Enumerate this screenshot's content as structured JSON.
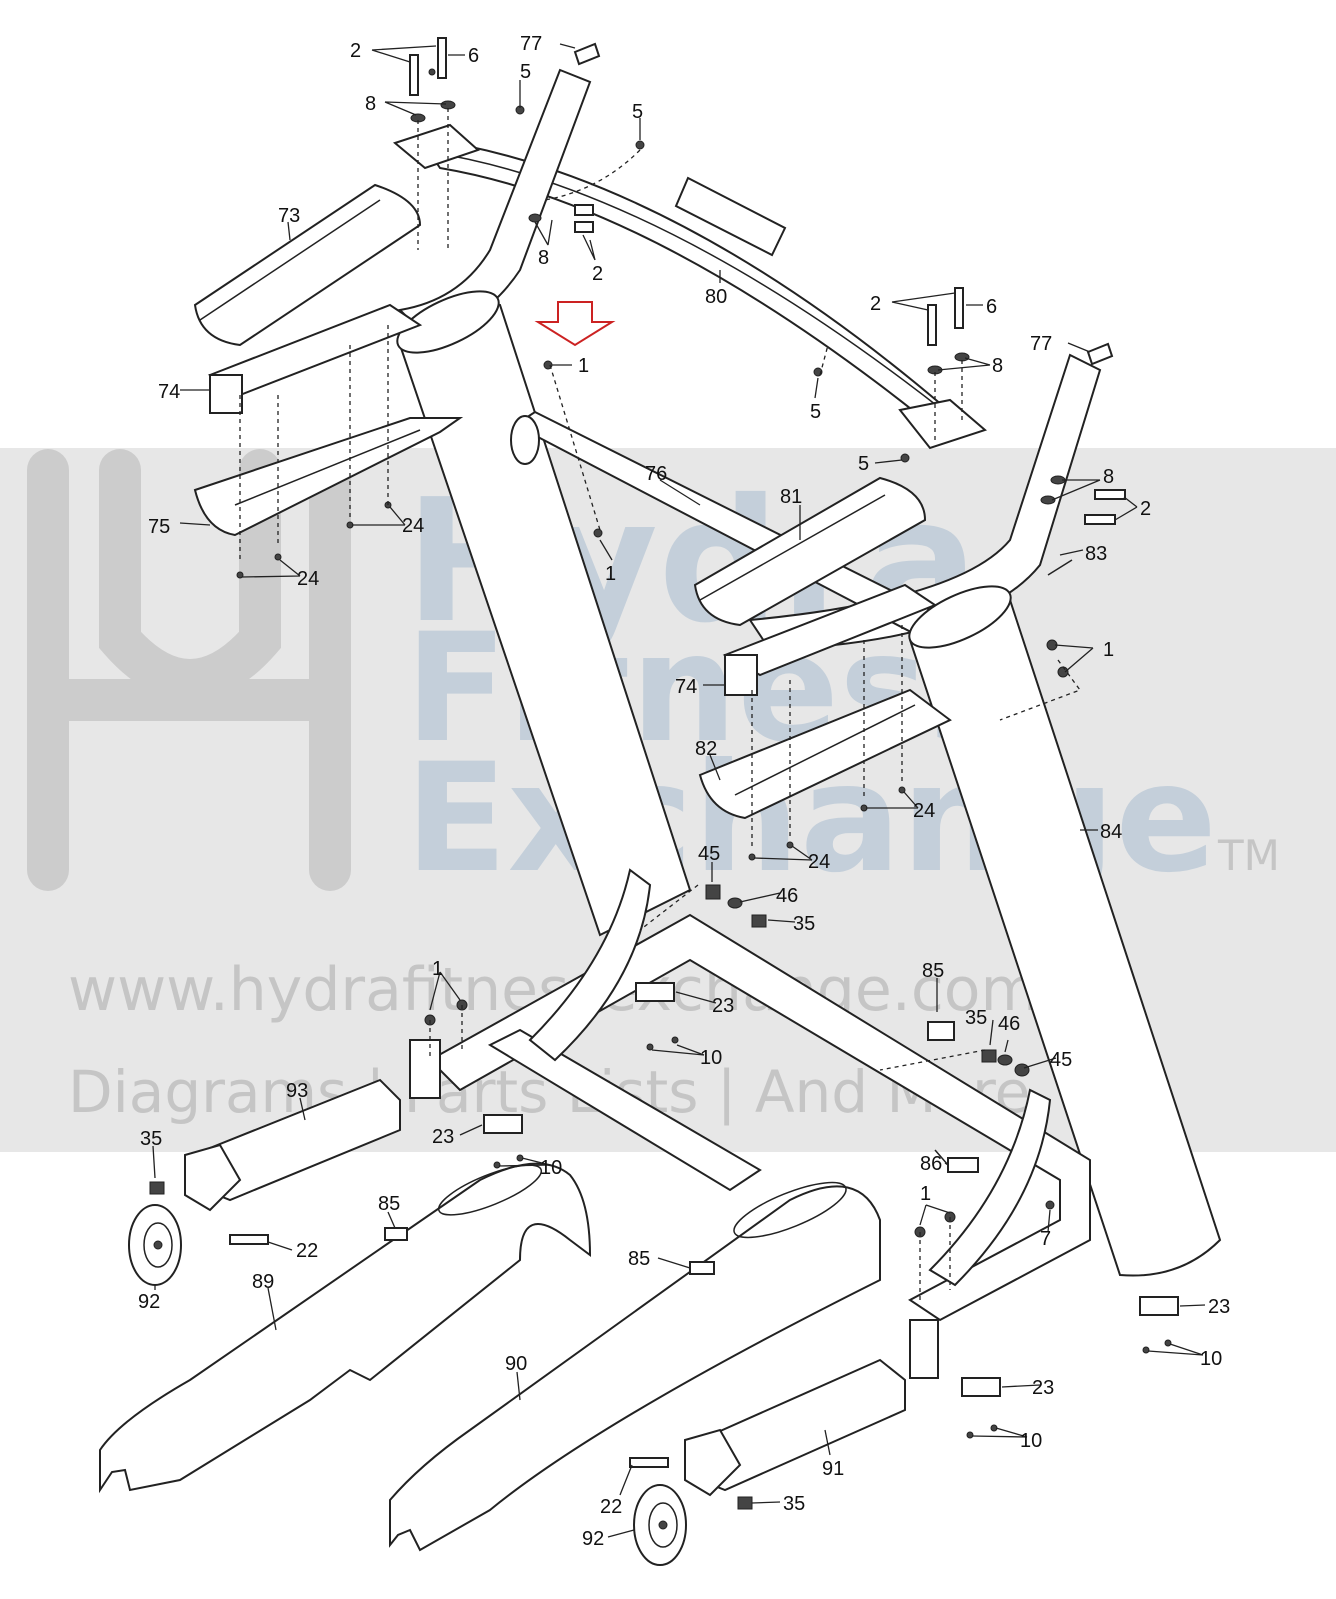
{
  "watermark": {
    "brand_line1": "Hydra",
    "brand_line2": "Fitness",
    "brand_line3": "Exchange",
    "trademark": "TM",
    "url": "www.hydrafitnessexchange.com",
    "tagline": "Diagrams | Parts Lists | And More"
  },
  "colors": {
    "line": "#222222",
    "arrow": "#cc2222",
    "watermark_band": "#d4d4d4",
    "watermark_text": "#b9c8d6"
  },
  "labels": [
    {
      "id": "lbl-2a",
      "text": "2"
    },
    {
      "id": "lbl-6a",
      "text": "6"
    },
    {
      "id": "lbl-77a",
      "text": "77"
    },
    {
      "id": "lbl-5a",
      "text": "5"
    },
    {
      "id": "lbl-8a",
      "text": "8"
    },
    {
      "id": "lbl-5b",
      "text": "5"
    },
    {
      "id": "lbl-73",
      "text": "73"
    },
    {
      "id": "lbl-8b",
      "text": "8"
    },
    {
      "id": "lbl-2b",
      "text": "2"
    },
    {
      "id": "lbl-80",
      "text": "80"
    },
    {
      "id": "lbl-2c",
      "text": "2"
    },
    {
      "id": "lbl-6b",
      "text": "6"
    },
    {
      "id": "lbl-77b",
      "text": "77"
    },
    {
      "id": "lbl-8c",
      "text": "8"
    },
    {
      "id": "lbl-1a",
      "text": "1"
    },
    {
      "id": "lbl-74a",
      "text": "74"
    },
    {
      "id": "lbl-5c",
      "text": "5"
    },
    {
      "id": "lbl-5d",
      "text": "5"
    },
    {
      "id": "lbl-8d",
      "text": "8"
    },
    {
      "id": "lbl-2d",
      "text": "2"
    },
    {
      "id": "lbl-76",
      "text": "76"
    },
    {
      "id": "lbl-81",
      "text": "81"
    },
    {
      "id": "lbl-75",
      "text": "75"
    },
    {
      "id": "lbl-24a",
      "text": "24"
    },
    {
      "id": "lbl-1b",
      "text": "1"
    },
    {
      "id": "lbl-83",
      "text": "83"
    },
    {
      "id": "lbl-24b",
      "text": "24"
    },
    {
      "id": "lbl-1c",
      "text": "1"
    },
    {
      "id": "lbl-74b",
      "text": "74"
    },
    {
      "id": "lbl-82",
      "text": "82"
    },
    {
      "id": "lbl-24c",
      "text": "24"
    },
    {
      "id": "lbl-24d",
      "text": "24"
    },
    {
      "id": "lbl-84",
      "text": "84"
    },
    {
      "id": "lbl-45a",
      "text": "45"
    },
    {
      "id": "lbl-46a",
      "text": "46"
    },
    {
      "id": "lbl-35a",
      "text": "35"
    },
    {
      "id": "lbl-85a",
      "text": "85"
    },
    {
      "id": "lbl-1d",
      "text": "1"
    },
    {
      "id": "lbl-23a",
      "text": "23"
    },
    {
      "id": "lbl-35b",
      "text": "35"
    },
    {
      "id": "lbl-46b",
      "text": "46"
    },
    {
      "id": "lbl-10a",
      "text": "10"
    },
    {
      "id": "lbl-45b",
      "text": "45"
    },
    {
      "id": "lbl-93",
      "text": "93"
    },
    {
      "id": "lbl-35c",
      "text": "35"
    },
    {
      "id": "lbl-23b",
      "text": "23"
    },
    {
      "id": "lbl-10b",
      "text": "10"
    },
    {
      "id": "lbl-86",
      "text": "86"
    },
    {
      "id": "lbl-1e",
      "text": "1"
    },
    {
      "id": "lbl-85b",
      "text": "85"
    },
    {
      "id": "lbl-22a",
      "text": "22"
    },
    {
      "id": "lbl-7",
      "text": "7"
    },
    {
      "id": "lbl-85c",
      "text": "85"
    },
    {
      "id": "lbl-92a",
      "text": "92"
    },
    {
      "id": "lbl-89",
      "text": "89"
    },
    {
      "id": "lbl-23c",
      "text": "23"
    },
    {
      "id": "lbl-90",
      "text": "90"
    },
    {
      "id": "lbl-10c",
      "text": "10"
    },
    {
      "id": "lbl-23d",
      "text": "23"
    },
    {
      "id": "lbl-10d",
      "text": "10"
    },
    {
      "id": "lbl-91",
      "text": "91"
    },
    {
      "id": "lbl-22b",
      "text": "22"
    },
    {
      "id": "lbl-92b",
      "text": "92"
    },
    {
      "id": "lbl-35d",
      "text": "35"
    }
  ]
}
